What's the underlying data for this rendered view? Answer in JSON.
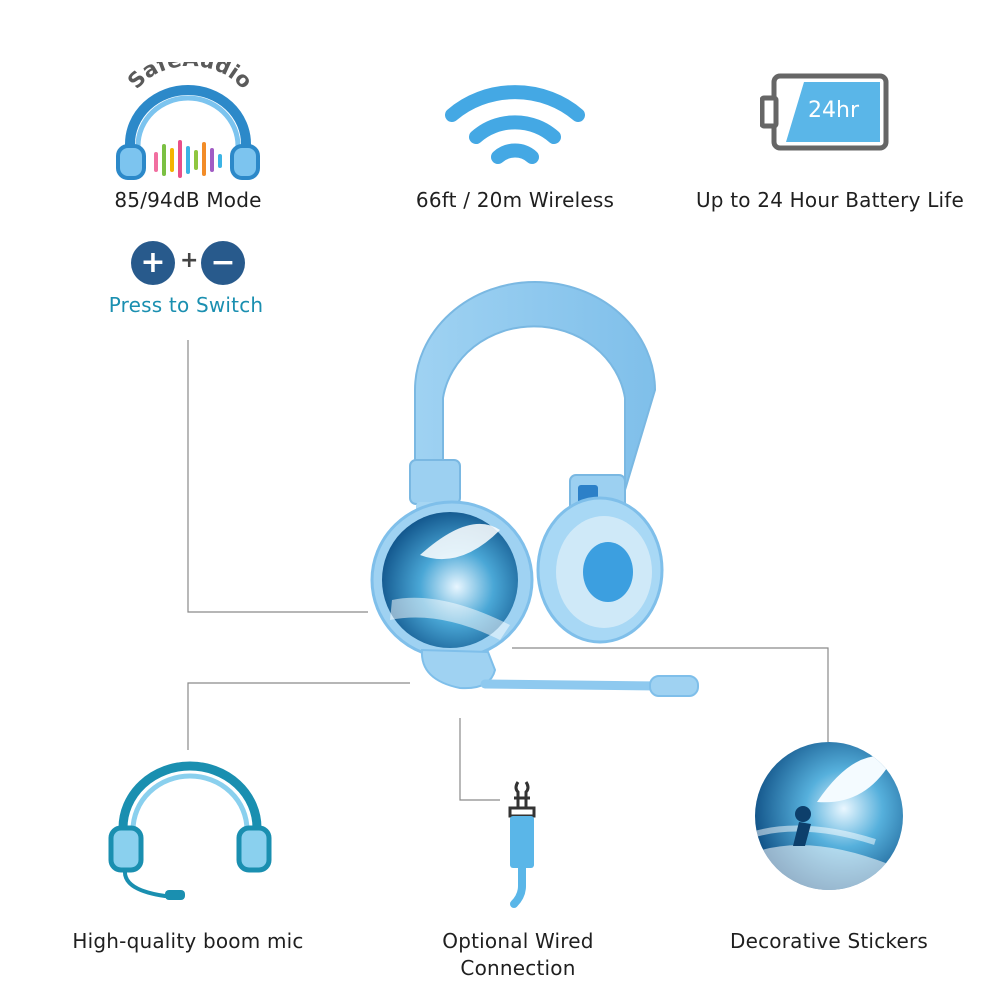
{
  "features": {
    "safeaudio": {
      "logo_text": "SafeAudio",
      "label": "85/94dB Mode",
      "switch_plus": "+",
      "switch_join": "+",
      "switch_minus": "−",
      "switch_label": "Press to Switch"
    },
    "wireless": {
      "label": "66ft / 20m Wireless"
    },
    "battery": {
      "badge": "24hr",
      "label": "Up to 24 Hour Battery Life"
    },
    "boom_mic": {
      "label": "High-quality boom mic"
    },
    "wired": {
      "label_line1": "Optional Wired",
      "label_line2": "Connection"
    },
    "stickers": {
      "label": "Decorative Stickers"
    }
  },
  "colors": {
    "headphone_blue": "#8ec9ef",
    "accent_blue": "#44a8e4",
    "button_navy": "#285a8c",
    "teal_text": "#1a8fb0",
    "line_gray": "#8a8a8a"
  }
}
